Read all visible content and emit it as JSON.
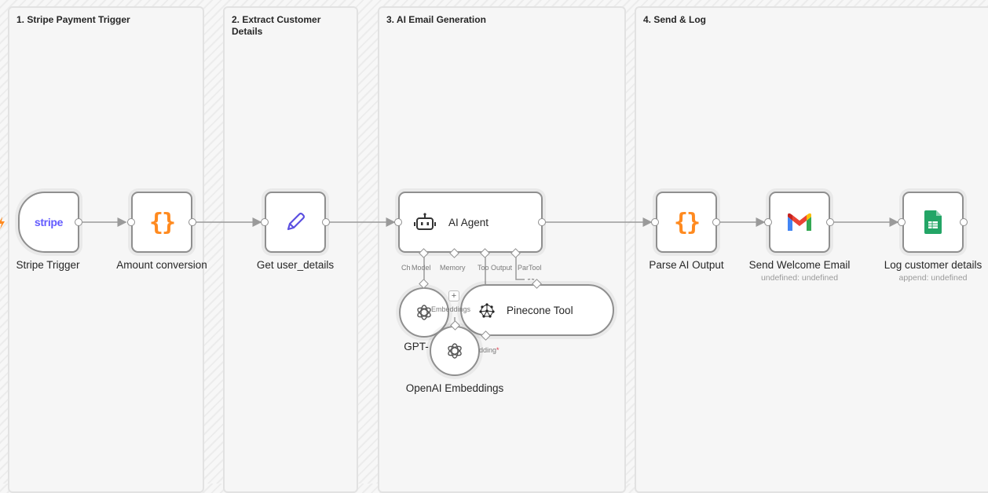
{
  "sections": [
    {
      "title": "1. Stripe Payment Trigger"
    },
    {
      "title": "2. Extract Customer Details"
    },
    {
      "title": "3. AI Email Generation"
    },
    {
      "title": "4. Send & Log"
    }
  ],
  "nodes": {
    "stripe_trigger": {
      "label": "Stripe Trigger",
      "icon_text": "stripe",
      "icon": "stripe-logo-icon"
    },
    "amount_conversion": {
      "label": "Amount conversion",
      "icon_text": "{}",
      "icon": "code-braces-icon"
    },
    "get_user_details": {
      "label": "Get user_details",
      "icon": "pencil-icon"
    },
    "ai_agent": {
      "label": "AI Agent",
      "icon": "robot-icon"
    },
    "parse_ai_output": {
      "label": "Parse AI Output",
      "icon_text": "{}",
      "icon": "code-braces-icon"
    },
    "send_welcome_email": {
      "label": "Send Welcome Email",
      "sublabel": "undefined: undefined",
      "icon": "gmail-icon"
    },
    "log_customer_details": {
      "label": "Log customer details",
      "sublabel": "append: undefined",
      "icon": "google-sheets-icon"
    },
    "gpt_model": {
      "label": "GPT-",
      "icon": "openai-icon"
    },
    "pinecone_tool": {
      "label": "Pinecone Tool",
      "icon": "pinecone-icon"
    },
    "openai_embeddings": {
      "label": "OpenAI Embeddings",
      "icon": "openai-icon"
    }
  },
  "ai_agent_ports": {
    "chat_model": "Ch",
    "model": "Model",
    "memory": "Memory",
    "tool": "Too",
    "output": "Output",
    "parser": "Par",
    "tool2": "Tool"
  },
  "pinecone_ports": {
    "embeddings": "Embeddings",
    "embedding": "dding",
    "required_marker": "*"
  },
  "add_button": "+",
  "colors": {
    "stripe": "#635bff",
    "braces": "#ff8a1f",
    "pencil": "#5b4fe0",
    "node_border": "#8f8f8f",
    "required": "#e0384b"
  }
}
